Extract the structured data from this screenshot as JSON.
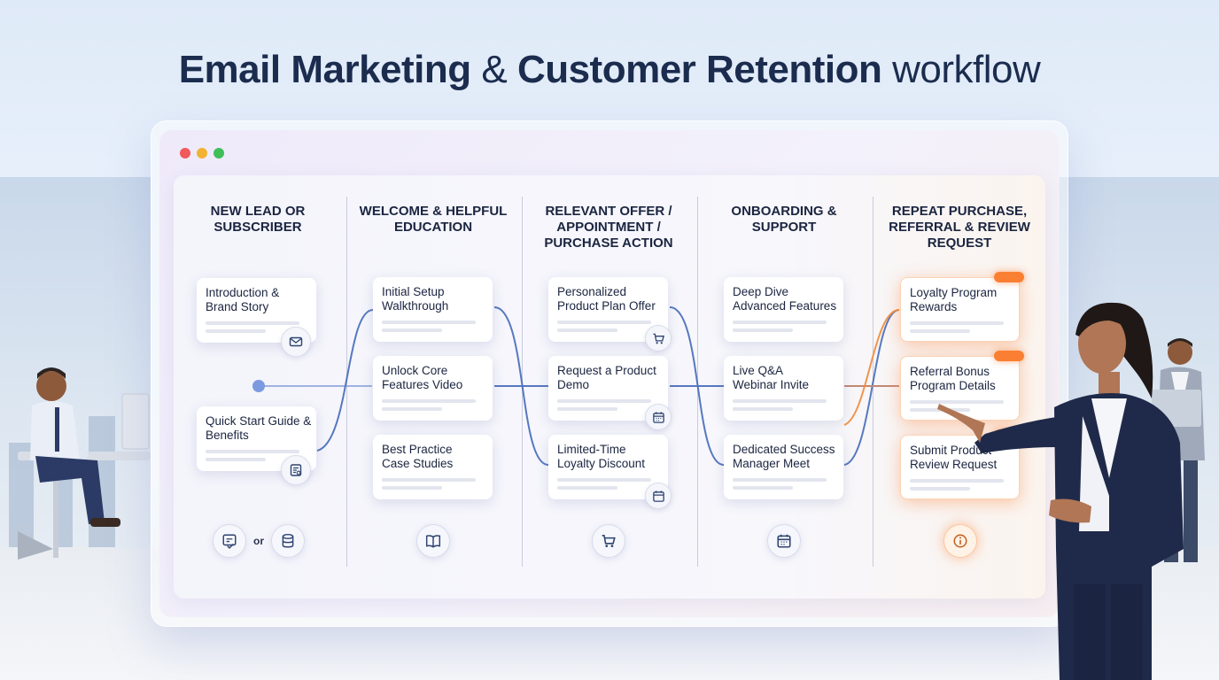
{
  "title": {
    "bold1": "Email Marketing",
    "amp": " & ",
    "bold2": "Customer Retention",
    "light": " workflow"
  },
  "columns": [
    {
      "heading": "NEW LEAD OR SUBSCRIBER",
      "cards": [
        "Introduction & Brand Story",
        "Quick Start Guide & Benefits"
      ],
      "card_icons": [
        "mail-icon",
        "document-icon"
      ],
      "bottom_icons": [
        "form-icon",
        "database-icon"
      ],
      "bottom_sep": "or"
    },
    {
      "heading": "WELCOME & HELPFUL EDUCATION",
      "cards": [
        "Initial Setup Walkthrough",
        "Unlock Core Features Video",
        "Best Practice Case Studies"
      ],
      "bottom_icons": [
        "book-icon"
      ]
    },
    {
      "heading": "RELEVANT OFFER / APPOINTMENT / PURCHASE ACTION",
      "cards": [
        "Personalized Product Plan Offer",
        "Request a Product Demo",
        "Limited-Time Loyalty Discount"
      ],
      "card_icons": [
        "cart-icon",
        "calendar-icon",
        "calendar-icon"
      ],
      "bottom_icons": [
        "cart-icon"
      ]
    },
    {
      "heading": "ONBOARDING & SUPPORT",
      "cards": [
        "Deep Dive Advanced Features",
        "Live Q&A Webinar Invite",
        "Dedicated Success Manager Meet"
      ],
      "bottom_icons": [
        "calendar-icon"
      ]
    },
    {
      "heading": "REPEAT PURCHASE, REFERRAL & REVIEW REQUEST",
      "cards": [
        "Loyalty Program Rewards",
        "Referral Bonus Program Details",
        "Submit Product Review Request"
      ],
      "bottom_icons": [
        "info-icon"
      ]
    }
  ],
  "colors": {
    "flow_line": "#3b63b5",
    "accent_orange": "#fa7f32",
    "window_red": "#f05a5a",
    "window_yellow": "#f2b233",
    "window_green": "#3fbe5a"
  }
}
